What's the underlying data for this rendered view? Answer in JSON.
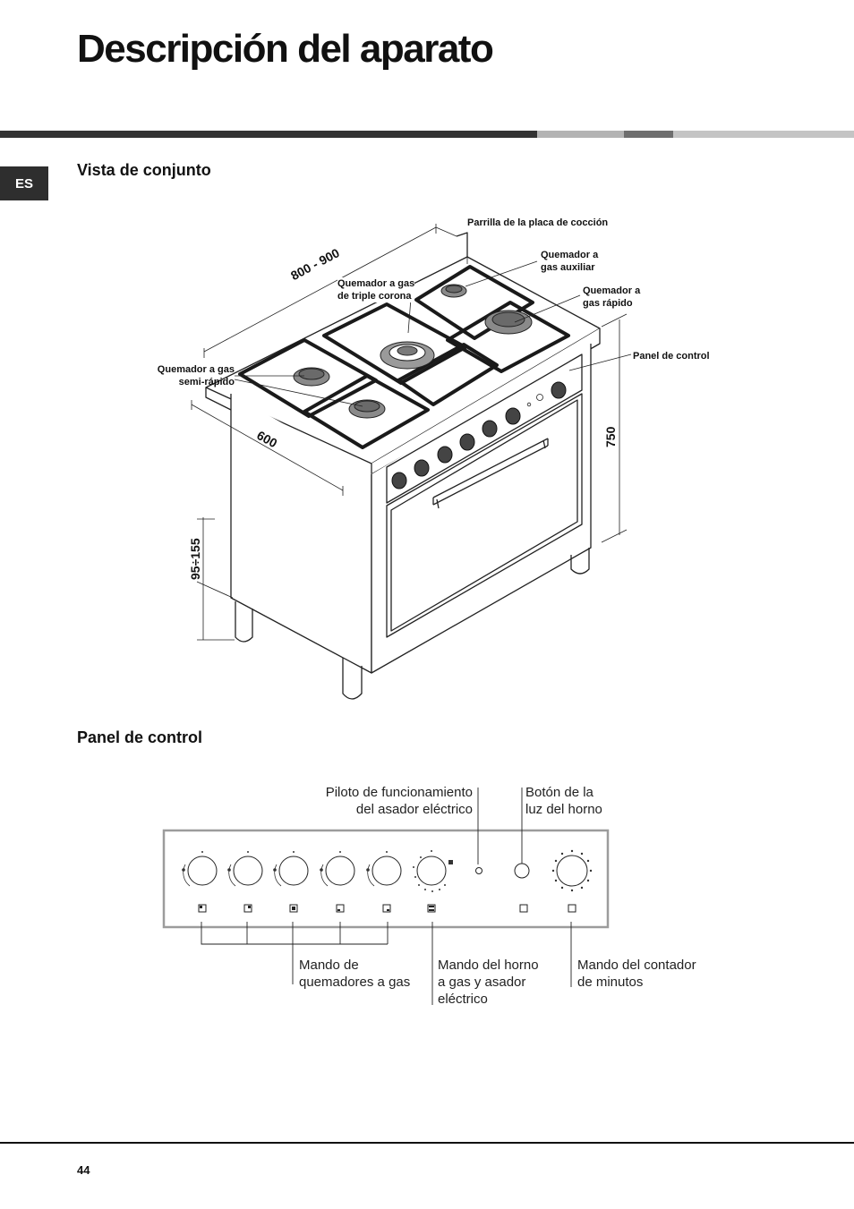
{
  "page": {
    "title": "Descripción del aparato",
    "language_tab": "ES",
    "page_number": "44"
  },
  "overview": {
    "heading": "Vista de conjunto",
    "labels": {
      "grid": "Parrilla de la placa de cocción",
      "aux": "Quemador a\ngas auxiliar",
      "triple": "Quemador a gas\nde triple corona",
      "rapid": "Quemador a\ngas rápido",
      "control_panel": "Panel de control",
      "semi": "Quemador a gas\nsemi-rápido"
    },
    "dimensions": {
      "width": "800 - 900",
      "depth": "600",
      "height": "750",
      "feet": "95÷155"
    }
  },
  "control_panel": {
    "heading": "Panel de control",
    "labels": {
      "pilot": "Piloto de funcionamiento\ndel asador eléctrico",
      "light": "Botón de la\nluz del horno",
      "burners": "Mando de\nquemadores a gas",
      "oven": "Mando del horno\na gas y asador\neléctrico",
      "timer": "Mando del contador\nde minutos"
    }
  },
  "colors": {
    "dark_bar": "#333333",
    "light_bar": "#b3b3b3",
    "mid_bar": "#6e6e6e",
    "panel_border": "#9c9c9c"
  }
}
